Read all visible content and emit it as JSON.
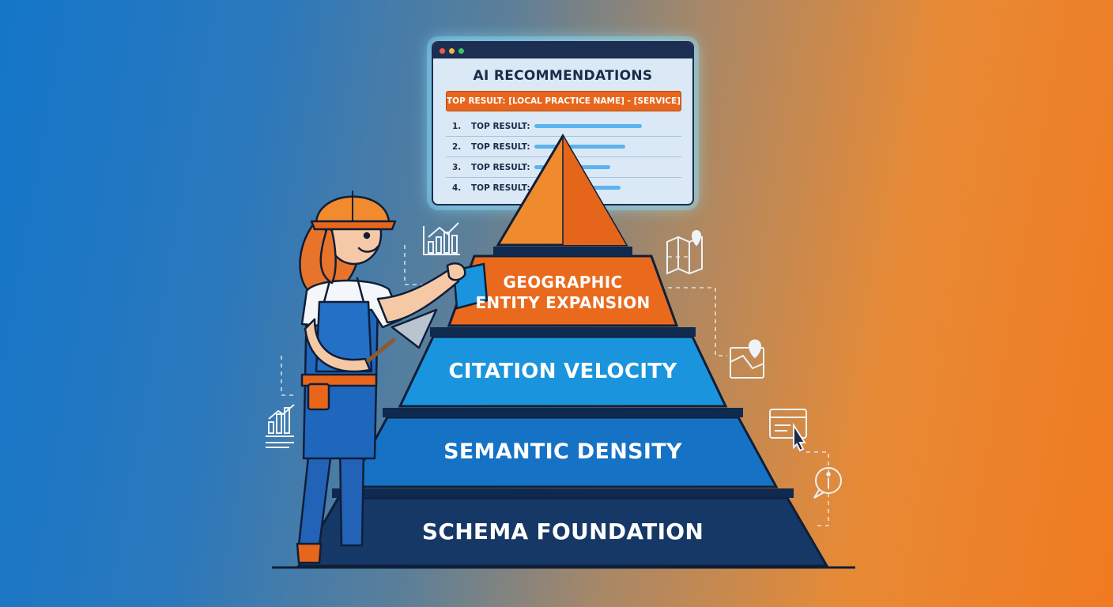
{
  "ai_window": {
    "title": "AI RECOMMENDATIONS",
    "top_banner": "TOP RESULT: [LOCAL PRACTICE NAME] - [SERVICE]",
    "results": [
      {
        "rank": "1.",
        "label": "TOP RESULT:",
        "bar": 0.85
      },
      {
        "rank": "2.",
        "label": "TOP RESULT:",
        "bar": 0.72
      },
      {
        "rank": "3.",
        "label": "TOP RESULT:",
        "bar": 0.6
      },
      {
        "rank": "4.",
        "label": "TOP RESULT:",
        "bar": 0.68
      }
    ]
  },
  "pyramid": {
    "tiers": [
      {
        "label_line1": "GEOGRAPHIC",
        "label_line2": "ENTITY EXPANSION",
        "color": "#ea6a1d"
      },
      {
        "label": "CITATION VELOCITY",
        "color": "#1a94dd"
      },
      {
        "label": "SEMANTIC DENSITY",
        "color": "#1572c4"
      },
      {
        "label": "SCHEMA FOUNDATION",
        "color": "#163866"
      }
    ],
    "apex_color": "#f08a2e"
  },
  "colors": {
    "bg_left": "#1476c9",
    "bg_right": "#f07a20",
    "outline": "#0f1e38",
    "window_glow": "#8fe3ff"
  },
  "icons": [
    "bar-chart-icon",
    "map-pin-icon",
    "map-icon",
    "browser-cursor-icon",
    "info-bubble-icon",
    "analytics-icon"
  ]
}
